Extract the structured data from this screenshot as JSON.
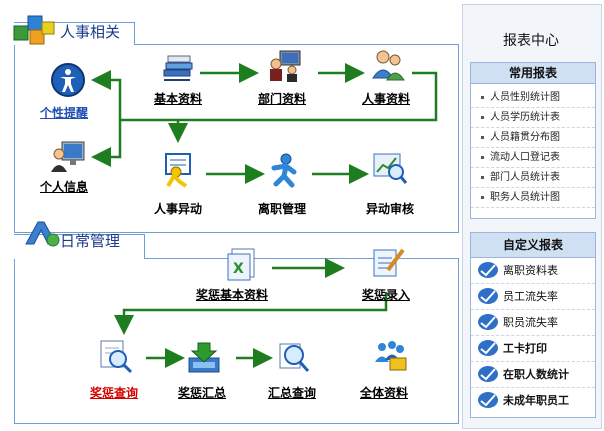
{
  "sections": {
    "hr_title": "人事相关",
    "daily_title": "日常管理"
  },
  "hr_nodes": {
    "basic": "基本资料",
    "dept": "部门资料",
    "personnel": "人事资料",
    "reminder": "个性提醒",
    "personal": "个人信息",
    "change": "人事异动",
    "leave": "离职管理",
    "audit": "异动审核"
  },
  "daily_nodes": {
    "rp_basic": "奖惩基本资料",
    "rp_entry": "奖惩录入",
    "rp_query": "奖惩查询",
    "rp_summary": "奖惩汇总",
    "sum_query": "汇总查询",
    "all_data": "全体资料"
  },
  "report_center": {
    "title": "报表中心",
    "common_title": "常用报表",
    "common_items": [
      "人员性别统计图",
      "人员学历统计表",
      "人员籍贯分布图",
      "流动人口登记表",
      "部门人员统计表",
      "职务人员统计图"
    ],
    "custom_title": "自定义报表",
    "custom_items": [
      "离职资料表",
      "员工流失率",
      "职员流失率",
      "工卡打印",
      "在职人数统计",
      "未成年职员工"
    ]
  },
  "colors": {
    "arrow": "#1e7d1e",
    "frame": "#6f9fd8",
    "highlight_label": "#d40000"
  }
}
